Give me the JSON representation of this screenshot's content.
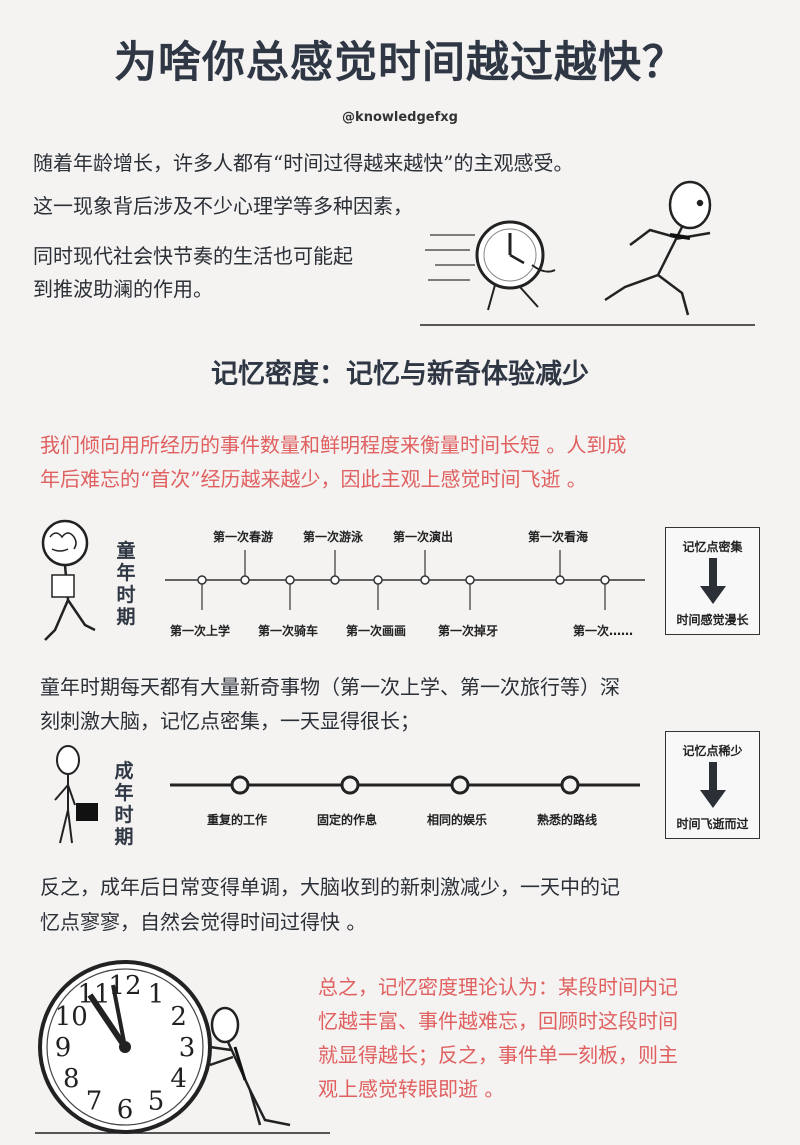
{
  "title": "为啥你总感觉时间越过越快？",
  "handle": "@knowledgefxg",
  "intro": [
    "随着年龄增长，许多人都有“时间过得越来越快”的主观感受。",
    "这一现象背后涉及不少心理学等多种因素，",
    "同时现代社会快节奏的生活也可能起",
    "到推波助澜的作用。"
  ],
  "section_title": "记忆密度：记忆与新奇体验减少",
  "red_para": [
    "我们倾向用所经历的事件数量和鲜明程度来衡量时间长短 。人到成",
    "年后难忘的“首次”经历越来越少，因此主观上感觉时间飞逝 。"
  ],
  "childhood": {
    "label": "童年时期",
    "top_events": [
      "第一次春游",
      "第一次游泳",
      "第一次演出",
      "第一次看海"
    ],
    "bottom_events": [
      "第一次上学",
      "第一次骑车",
      "第一次画画",
      "第一次掉牙",
      "第一次……"
    ],
    "box_top": "记忆点密集",
    "box_bottom": "时间感觉漫长"
  },
  "childhood_para": [
    "童年时期每天都有大量新奇事物（第一次上学、第一次旅行等）深",
    "刻刺激大脑，记忆点密集，一天显得很长；"
  ],
  "adult": {
    "label": "成年时期",
    "events": [
      "重复的工作",
      "固定的作息",
      "相同的娱乐",
      "熟悉的路线"
    ],
    "box_top": "记忆点稀少",
    "box_bottom": "时间飞逝而过"
  },
  "adult_para": [
    "反之，成年后日常变得单调，大脑收到的新刺激减少，一天中的记",
    "忆点寥寥，自然会觉得时间过得快 。"
  ],
  "summary": [
    "总之，记忆密度理论认为：某段时间内记",
    "忆越丰富、事件越难忘，回顾时这段时间",
    "就显得越长；反之，事件单一刻板，则主",
    "观上感觉转眼即逝 。"
  ],
  "clock_numbers": [
    "12",
    "1",
    "2",
    "3",
    "4",
    "5",
    "6",
    "7",
    "8",
    "9",
    "10",
    "11"
  ],
  "colors": {
    "title": "#2f3744",
    "red_text": "#e06060",
    "background": "#f4f3f2"
  }
}
